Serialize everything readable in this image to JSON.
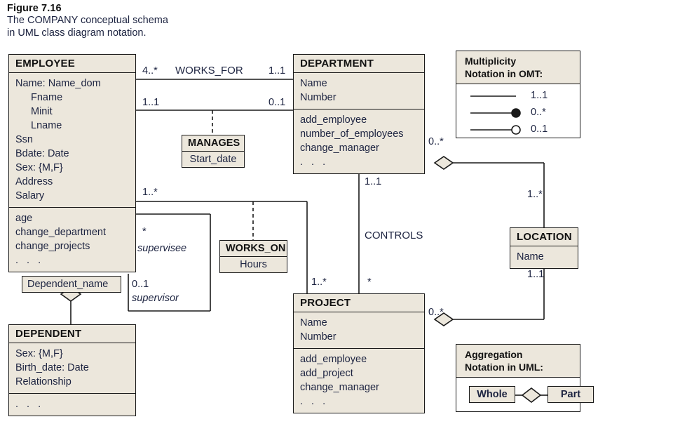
{
  "caption": {
    "figure": "Figure 7.16",
    "line1": "The COMPANY conceptual schema",
    "line2": "in UML class diagram notation."
  },
  "classes": {
    "employee": {
      "name": "EMPLOYEE",
      "attributes": [
        "Name: Name_dom",
        "Fname",
        "Minit",
        "Lname",
        "Ssn",
        "Bdate: Date",
        "Sex: {M,F}",
        "Address",
        "Salary"
      ],
      "indented": [
        "Fname",
        "Minit",
        "Lname"
      ],
      "operations": [
        "age",
        "change_department",
        "change_projects",
        ". . ."
      ]
    },
    "department": {
      "name": "DEPARTMENT",
      "attributes": [
        "Name",
        "Number"
      ],
      "operations": [
        "add_employee",
        "number_of_employees",
        "change_manager",
        ". . ."
      ]
    },
    "project": {
      "name": "PROJECT",
      "attributes": [
        "Name",
        "Number"
      ],
      "operations": [
        "add_employee",
        "add_project",
        "change_manager",
        ". . ."
      ]
    },
    "dependent": {
      "name": "DEPENDENT",
      "attributes": [
        "Sex: {M,F}",
        "Birth_date: Date",
        "Relationship"
      ],
      "operations": [
        ". . ."
      ]
    },
    "location": {
      "name": "LOCATION",
      "attributes": [
        "Name"
      ]
    }
  },
  "association_classes": {
    "manages": {
      "name": "MANAGES",
      "attribute": "Start_date"
    },
    "works_on": {
      "name": "WORKS_ON",
      "attribute": "Hours"
    }
  },
  "associations": {
    "works_for": {
      "label": "WORKS_FOR",
      "employee_end": "4..*",
      "department_end": "1..1"
    },
    "manages_link": {
      "employee_end": "1..1",
      "department_end": "0..1"
    },
    "works_on_link": {
      "employee_end": "1..*",
      "project_end": "1..*"
    },
    "controls": {
      "label": "CONTROLS",
      "department_end": "1..1",
      "project_end": "*"
    },
    "supervision": {
      "supervisee_label": "supervisee",
      "supervisee_mult": "*",
      "supervisor_label": "supervisor",
      "supervisor_mult": "0..1"
    },
    "dept_location": {
      "department_end": "0..*",
      "location_end": "1..*"
    },
    "project_location": {
      "project_end": "0..*",
      "location_end": "1..1"
    },
    "dependents_of": {
      "qualifier": "Dependent_name"
    }
  },
  "legends": {
    "multiplicity": {
      "title_line1": "Multiplicity",
      "title_line2": "Notation in OMT:",
      "rows": [
        {
          "marker": "plain-line",
          "label": "1..1"
        },
        {
          "marker": "filled-circle",
          "label": "0..*"
        },
        {
          "marker": "hollow-circle",
          "label": "0..1"
        }
      ]
    },
    "aggregation": {
      "title_line1": "Aggregation",
      "title_line2": "Notation in UML:",
      "whole_label": "Whole",
      "part_label": "Part"
    }
  },
  "colors": {
    "box_fill": "#ece7dc",
    "line": "#1a1a1a",
    "text": "#1c2340",
    "background": "#ffffff"
  }
}
